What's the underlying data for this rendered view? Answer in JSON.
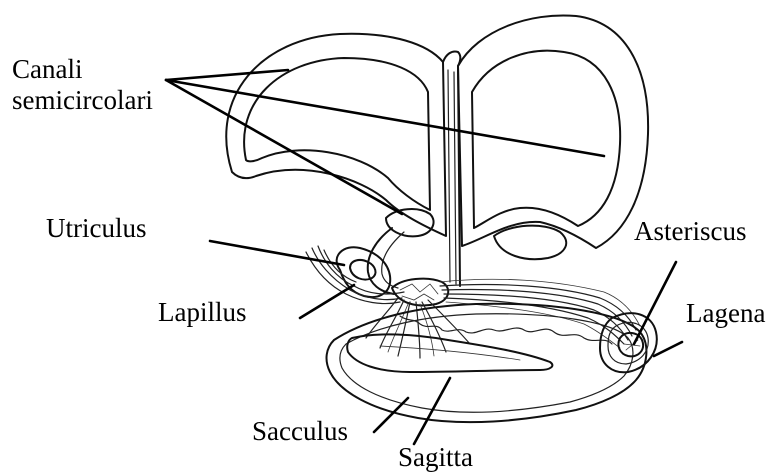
{
  "diagram": {
    "labels": {
      "canali_line1": "Canali",
      "canali_line2": "semicircolari",
      "utriculus": "Utriculus",
      "lapillus": "Lapillus",
      "sacculus": "Sacculus",
      "sagitta": "Sagitta",
      "asteriscus": "Asteriscus",
      "lagena": "Lagena"
    }
  }
}
